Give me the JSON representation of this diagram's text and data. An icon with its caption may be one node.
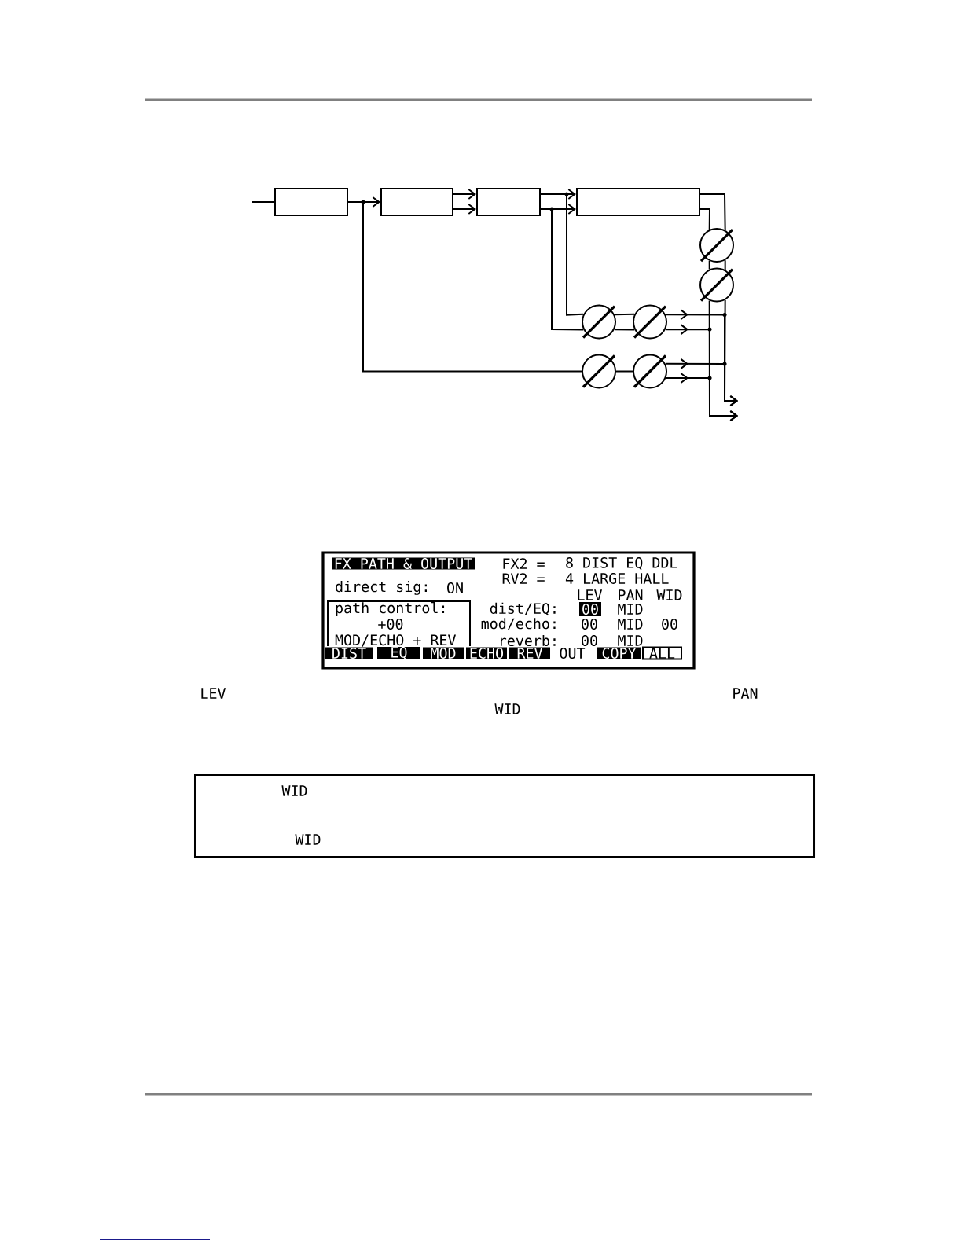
{
  "diagram": {
    "nodes": [
      {
        "text": [],
        "shape": "box"
      },
      {
        "text": [],
        "shape": "box"
      },
      {
        "text": [],
        "shape": "box"
      },
      {
        "text": [],
        "shape": "box"
      },
      {
        "text": [],
        "shape": "circle"
      },
      {
        "text": [],
        "shape": "circle"
      },
      {
        "text": [],
        "shape": "circle"
      },
      {
        "text": [],
        "shape": "circle"
      },
      {
        "text": [],
        "shape": "circle"
      },
      {
        "text": [],
        "shape": "circle"
      },
      {
        "text": [
          "FX2 =",
          "8 DIST EQ DDL",
          "RV2 =",
          "4 LARGE HALL",
          "direct sig:",
          "ON",
          "LEV",
          "PAN",
          "WID",
          "dist/EQ:",
          "MID",
          "mod/echo:",
          "00",
          "MID",
          "00",
          "reverb:",
          "00",
          "MID",
          "OUT"
        ]
      },
      {
        "text": [
          "FX PATH & OUTPUT"
        ],
        "in": 10
      },
      {
        "text": [
          "path control:",
          "+00",
          "MOD/ECHO + REV"
        ],
        "in": 10
      },
      {
        "text": [
          "00"
        ],
        "in": 10
      },
      {
        "text": [
          "DIST"
        ],
        "in": 10
      },
      {
        "text": [
          "EQ"
        ],
        "in": 10
      },
      {
        "text": [
          "MOD"
        ],
        "in": 10
      },
      {
        "text": [
          "ECHO"
        ],
        "in": 10
      },
      {
        "text": [
          "REV"
        ],
        "in": 10
      },
      {
        "text": [
          "COPY"
        ],
        "in": 10
      },
      {
        "text": [
          "ALL"
        ],
        "in": 10
      },
      {
        "text": [
          "WID",
          "WID"
        ]
      }
    ],
    "edges": [
      {
        "from": null,
        "to": 0,
        "arrow": "none"
      },
      {
        "from": 0,
        "to": 1,
        "arrow": "to"
      },
      {
        "from": 1,
        "to": 2,
        "arrow": "to"
      },
      {
        "from": 1,
        "to": 2,
        "arrow": "to"
      },
      {
        "from": 2,
        "to": 3,
        "arrow": "to"
      },
      {
        "from": 2,
        "to": 3,
        "arrow": "to"
      },
      {
        "from": 2,
        "to": 6,
        "arrow": "none"
      },
      {
        "from": 2,
        "to": 6,
        "arrow": "none"
      },
      {
        "from": 0,
        "to": 8,
        "arrow": "none"
      },
      {
        "from": 3,
        "to": 4,
        "arrow": "none"
      },
      {
        "from": 3,
        "to": 4,
        "arrow": "none"
      },
      {
        "from": 4,
        "to": 5,
        "arrow": "none"
      },
      {
        "from": 4,
        "to": 5,
        "arrow": "none"
      },
      {
        "from": 6,
        "to": 7,
        "arrow": "none"
      },
      {
        "from": 6,
        "to": 7,
        "arrow": "none"
      },
      {
        "from": 8,
        "to": 9,
        "arrow": "none"
      },
      {
        "from": 5,
        "to": null,
        "arrow": "to"
      },
      {
        "from": 5,
        "to": null,
        "arrow": "to"
      },
      {
        "from": 7,
        "to": null,
        "arrow": "to"
      },
      {
        "from": 7,
        "to": null,
        "arrow": "to"
      },
      {
        "from": 9,
        "to": null,
        "arrow": "to"
      },
      {
        "from": 9,
        "to": null,
        "arrow": "to"
      }
    ],
    "labels": [
      "LEV",
      "PAN",
      "WID"
    ]
  }
}
